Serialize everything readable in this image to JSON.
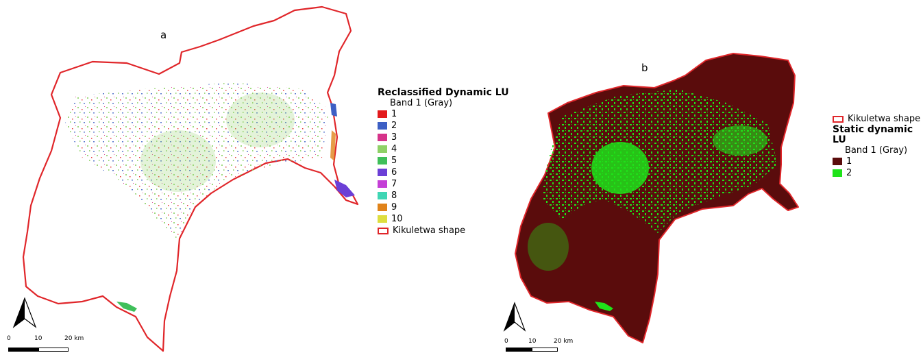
{
  "panels": {
    "a": {
      "label": "a",
      "legend": {
        "title": "Reclassified Dynamic LU",
        "subtitle": "Band 1 (Gray)",
        "classes": [
          {
            "label": "1",
            "color": "#e31a1c"
          },
          {
            "label": "2",
            "color": "#3d5fc4"
          },
          {
            "label": "3",
            "color": "#d6338a"
          },
          {
            "label": "4",
            "color": "#8fd167"
          },
          {
            "label": "5",
            "color": "#3fbf5a"
          },
          {
            "label": "6",
            "color": "#6b3fd6"
          },
          {
            "label": "7",
            "color": "#c43fd6"
          },
          {
            "label": "8",
            "color": "#3fd6b4"
          },
          {
            "label": "9",
            "color": "#e0831a"
          },
          {
            "label": "10",
            "color": "#dede3f"
          }
        ],
        "boundary": {
          "label": "Kikuletwa shape",
          "color": "#e0262a"
        }
      },
      "scale": {
        "ticks": [
          "0",
          "10",
          "20 km"
        ]
      }
    },
    "b": {
      "label": "b",
      "legend": {
        "boundary": {
          "label": "Kikuletwa shape",
          "color": "#e0262a"
        },
        "title": "Static dynamic LU",
        "subtitle": "Band 1 (Gray)",
        "classes": [
          {
            "label": "1",
            "color": "#5a0c0c"
          },
          {
            "label": "2",
            "color": "#1fe31a"
          }
        ]
      },
      "scale": {
        "ticks": [
          "0",
          "10",
          "20 km"
        ]
      }
    }
  },
  "icons": {
    "north_arrow": "north-arrow-icon"
  }
}
